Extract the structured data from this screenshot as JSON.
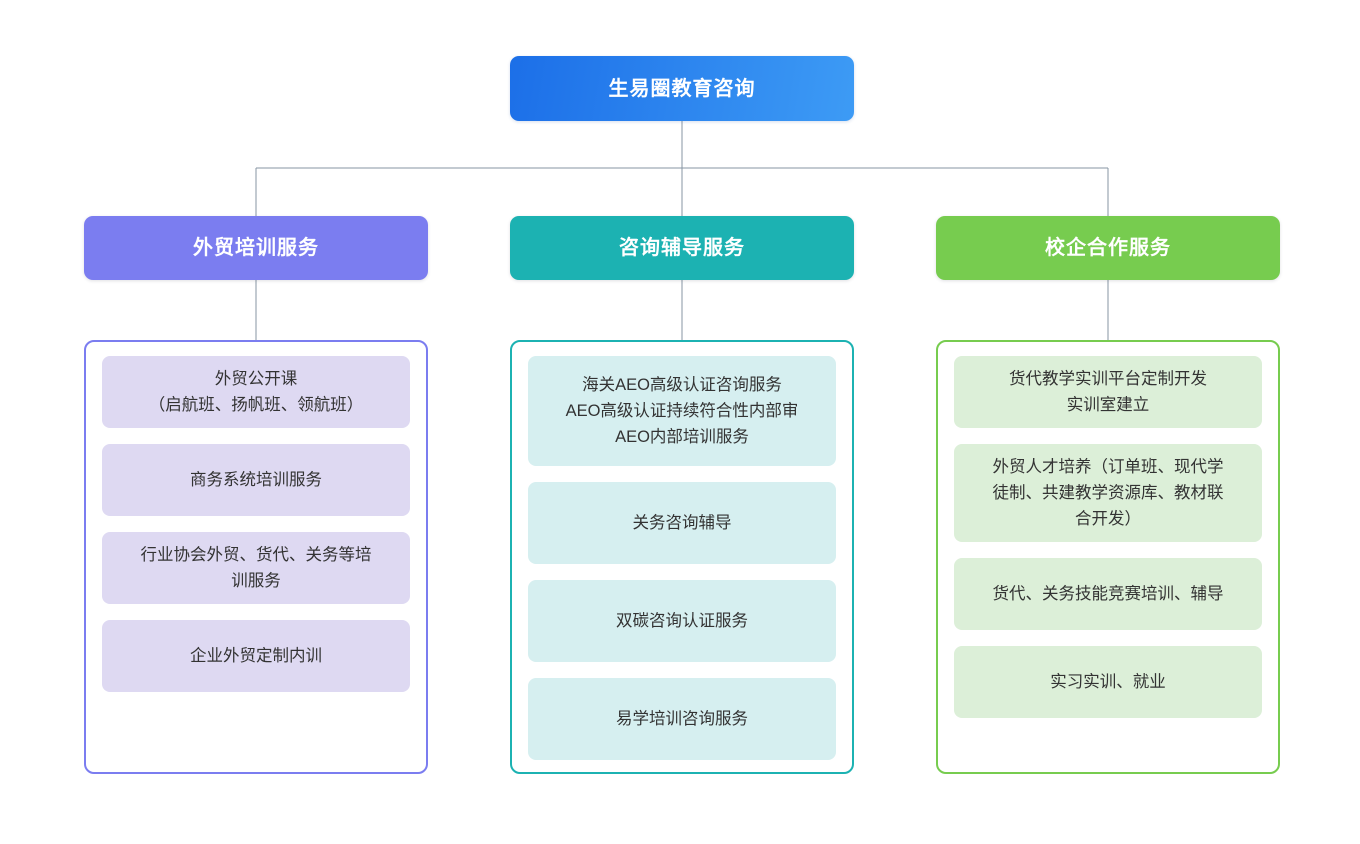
{
  "diagram": {
    "type": "organization-chart",
    "orientation": "top-down",
    "connector_color": "#8795a3",
    "background": "#ffffff"
  },
  "root": {
    "label": "生易圈教育咨询",
    "gradient_from": "#1c6fe8",
    "gradient_to": "#3d9bf5",
    "text_color": "#ffffff"
  },
  "branches": [
    {
      "label": "外贸培训服务",
      "header_color": "#7b7df0",
      "border_color": "#7b7df0",
      "item_bg": "#ded9f2",
      "items": [
        {
          "lines": [
            "外贸公开课",
            "（启航班、扬帆班、领航班）"
          ],
          "tall": false
        },
        {
          "lines": [
            "商务系统培训服务"
          ],
          "tall": false
        },
        {
          "lines": [
            "行业协会外贸、货代、关务等培",
            "训服务"
          ],
          "tall": false
        },
        {
          "lines": [
            "企业外贸定制内训"
          ],
          "tall": false
        }
      ]
    },
    {
      "label": "咨询辅导服务",
      "header_color": "#1cb2b2",
      "border_color": "#1cb2b2",
      "item_bg": "#d6eff0",
      "items": [
        {
          "lines": [
            "海关AEO高级认证咨询服务",
            "AEO高级认证持续符合性内部审",
            "AEO内部培训服务"
          ],
          "tall": true
        },
        {
          "lines": [
            "关务咨询辅导"
          ],
          "tall": false
        },
        {
          "lines": [
            "双碳咨询认证服务"
          ],
          "tall": false
        },
        {
          "lines": [
            "易学培训咨询服务"
          ],
          "tall": false
        }
      ]
    },
    {
      "label": "校企合作服务",
      "header_color": "#77cc4f",
      "border_color": "#77cc4f",
      "item_bg": "#dcefd8",
      "items": [
        {
          "lines": [
            "货代教学实训平台定制开发",
            "实训室建立"
          ],
          "tall": false
        },
        {
          "lines": [
            "外贸人才培养（订单班、现代学",
            "徒制、共建教学资源库、教材联",
            "合开发）"
          ],
          "tall": true
        },
        {
          "lines": [
            "货代、关务技能竞赛培训、辅导"
          ],
          "tall": false
        },
        {
          "lines": [
            "实习实训、就业"
          ],
          "tall": false
        }
      ]
    }
  ]
}
